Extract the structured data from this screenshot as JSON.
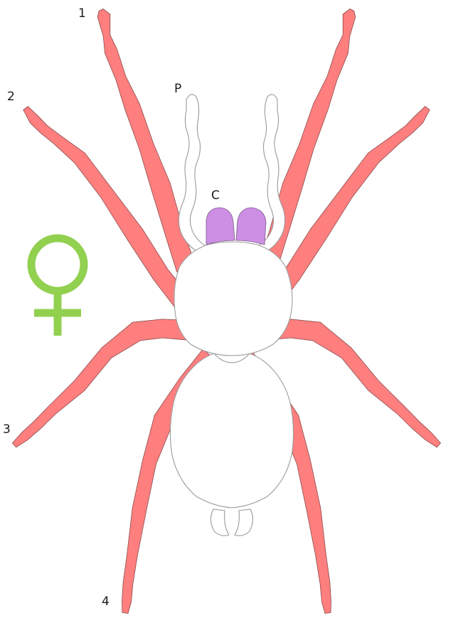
{
  "labels": {
    "leg1": "1",
    "leg2": "2",
    "leg3": "3",
    "leg4": "4",
    "pedipalp": "P",
    "chelicerae": "C"
  },
  "colors": {
    "leg": "#ff7f7f",
    "chelicerae": "#cc8fe3",
    "female_symbol": "#92d050",
    "outline": "#9a9a9a"
  },
  "symbol": "female-symbol"
}
